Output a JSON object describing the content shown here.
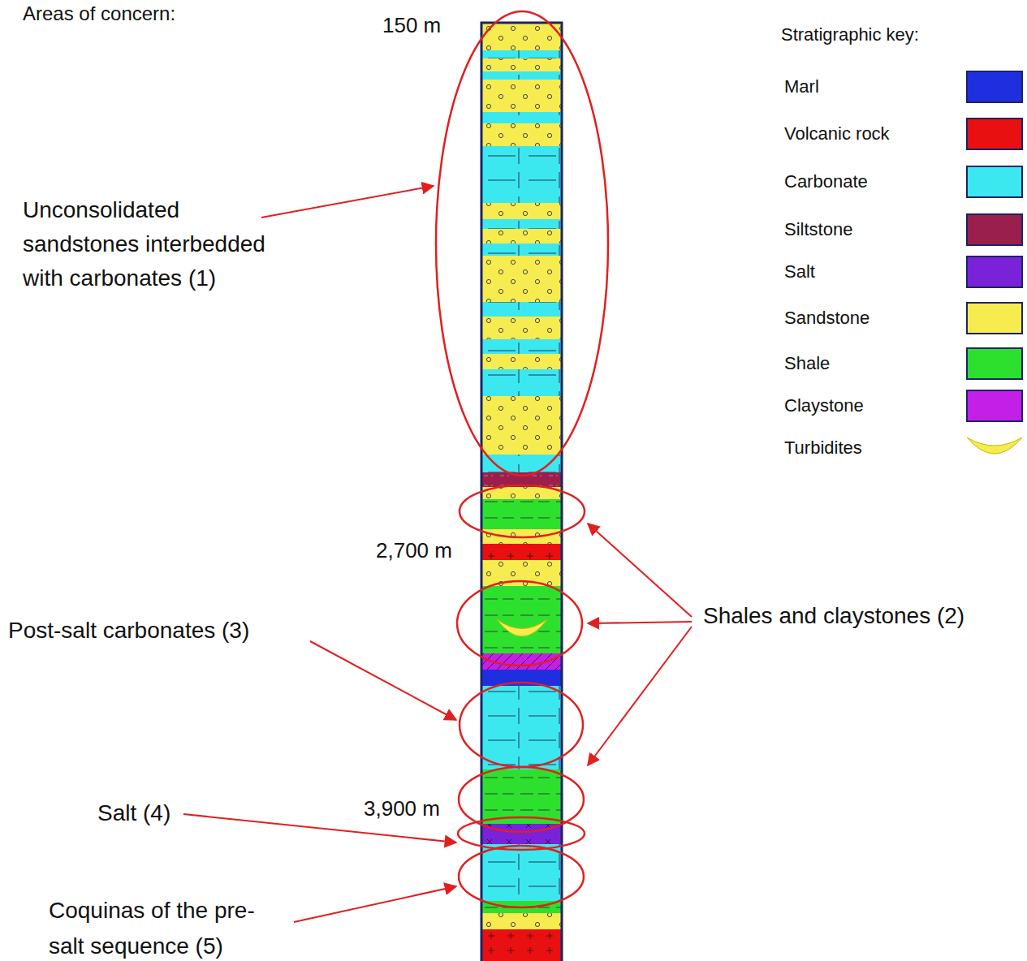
{
  "diagram": {
    "title": "Areas of concern:",
    "labels": [
      "150 m",
      "2,700 m",
      "3,900 m",
      "Unconsolidated sandstones interbedded with carbonates (1)",
      "Shales and claystones (2)",
      "Post-salt carbonates (3)",
      "Salt (4)",
      "Coquinas of the pre-salt sequence (5)",
      "Stratigraphic key:"
    ],
    "legend": [
      {
        "text": "Marl",
        "color": "#1f2fe0"
      },
      {
        "text": "Volcanic rock",
        "color": "#e81010"
      },
      {
        "text": "Carbonate",
        "color": "#3ce8f0"
      },
      {
        "text": "Siltstone",
        "color": "#9b1f4c"
      },
      {
        "text": "Salt",
        "color": "#7a22d8"
      },
      {
        "text": "Sandstone",
        "color": "#f7ec4f"
      },
      {
        "text": "Shale",
        "color": "#2ee02e"
      },
      {
        "text": "Claystone",
        "color": "#c41fe6"
      },
      {
        "text": "Turbidites"
      }
    ]
  }
}
